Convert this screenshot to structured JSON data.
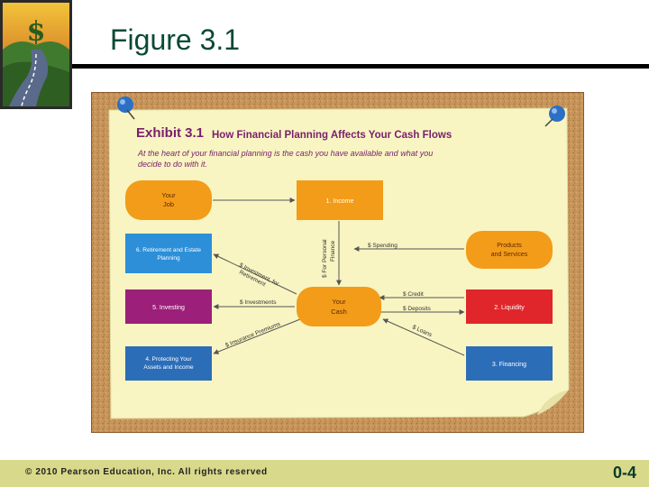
{
  "slide": {
    "title": "Figure 3.1",
    "footer": "© 2010 Pearson Education, Inc. All rights reserved",
    "page_number": "0-4"
  },
  "exhibit": {
    "number": "Exhibit 3.1",
    "heading": "How Financial Planning Affects Your Cash Flows",
    "subtitle_line1": "At the heart of your financial planning is the cash you have available and what you",
    "subtitle_line2": "decide to do with it.",
    "boxes": {
      "job": [
        "Your",
        "Job"
      ],
      "income": "1. Income",
      "retirement": [
        "6. Retirement and Estate",
        "Planning"
      ],
      "products": [
        "Products",
        "and Services"
      ],
      "investing": "5. Investing",
      "cash": [
        "Your",
        "Cash"
      ],
      "liquidity": "2. Liquidity",
      "protecting": [
        "4. Protecting Your",
        "Assets and Income"
      ],
      "financing": "3. Financing"
    },
    "flows": {
      "personal_finance": [
        "$ For Personal",
        "Finance"
      ],
      "spending": "$ Spending",
      "retirement_invest": [
        "$ Investment, for",
        "Retirement"
      ],
      "investments": "$ Investments",
      "credit": "$ Credit",
      "deposits": "$ Deposits",
      "insurance": "$ Insurance Premiums",
      "loans": "$ Loans"
    }
  }
}
